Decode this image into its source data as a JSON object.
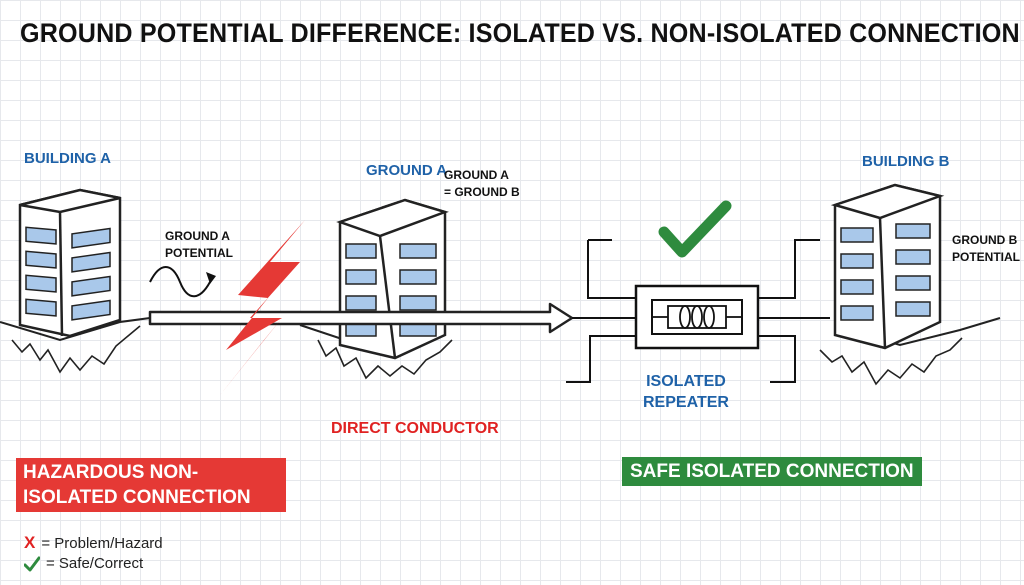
{
  "title": "GROUND POTENTIAL DIFFERENCE: ISOLATED VS. NON-ISOLATED CONNECTION",
  "labels": {
    "building_a": "BUILDING A",
    "building_b": "BUILDING B",
    "ground_a": "GROUND A",
    "ground_eq_line1": "GROUND A",
    "ground_eq_line2": "= GROUND B",
    "ground_a_potential_line1": "GROUND A",
    "ground_a_potential_line2": "POTENTIAL",
    "ground_b_potential_line1": "GROUND B",
    "ground_b_potential_line2": "POTENTIAL",
    "direct_conductor": "DIRECT CONDUCTOR",
    "isolated_repeater_line1": "ISOLATED",
    "isolated_repeater_line2": "REPEATER"
  },
  "badges": {
    "hazardous": "HAZARDOUS NON-ISOLATED CONNECTION",
    "safe": "SAFE ISOLATED CONNECTION"
  },
  "legend": [
    {
      "symbol": "X",
      "text": "= Problem/Hazard"
    },
    {
      "symbol": "✓",
      "text": "= Safe/Correct"
    }
  ],
  "colors": {
    "hazard": "#e53935",
    "safe": "#2e8b3e",
    "label_blue": "#1f62a8",
    "window_blue": "#a9c8ea"
  }
}
